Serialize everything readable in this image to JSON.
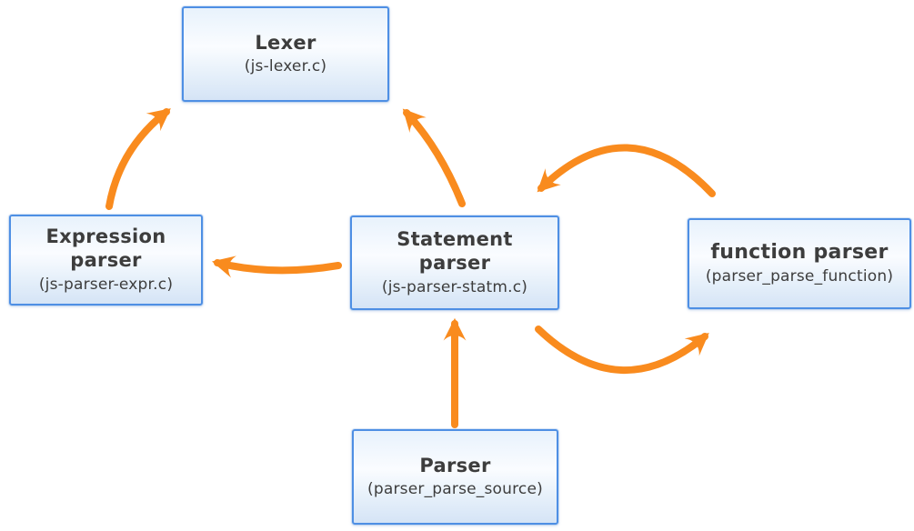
{
  "diagram": {
    "boxes": {
      "lexer": {
        "title_line1": "Lexer",
        "subtitle": "(js-lexer.c)"
      },
      "expression_parser": {
        "title_line1": "Expression",
        "title_line2": "parser",
        "subtitle": "(js-parser-expr.c)"
      },
      "statement_parser": {
        "title_line1": "Statement",
        "title_line2": "parser",
        "subtitle": "(js-parser-statm.c)"
      },
      "function_parser": {
        "title_line1": "function parser",
        "subtitle": "(parser_parse_function)"
      },
      "parser": {
        "title_line1": "Parser",
        "subtitle": "(parser_parse_source)"
      }
    },
    "edges": [
      {
        "from": "expression_parser",
        "to": "lexer"
      },
      {
        "from": "statement_parser",
        "to": "lexer"
      },
      {
        "from": "statement_parser",
        "to": "expression_parser"
      },
      {
        "from": "function_parser",
        "to": "statement_parser"
      },
      {
        "from": "statement_parser",
        "to": "function_parser"
      },
      {
        "from": "parser",
        "to": "statement_parser"
      }
    ],
    "colors": {
      "arrow": "#F98B1E",
      "box_border": "#4E8FE4",
      "box_fill_top": "#E8F2FC",
      "box_fill_bottom": "#D5E4F6",
      "text": "#3D3D3D",
      "background": "#FFFFFF"
    }
  }
}
